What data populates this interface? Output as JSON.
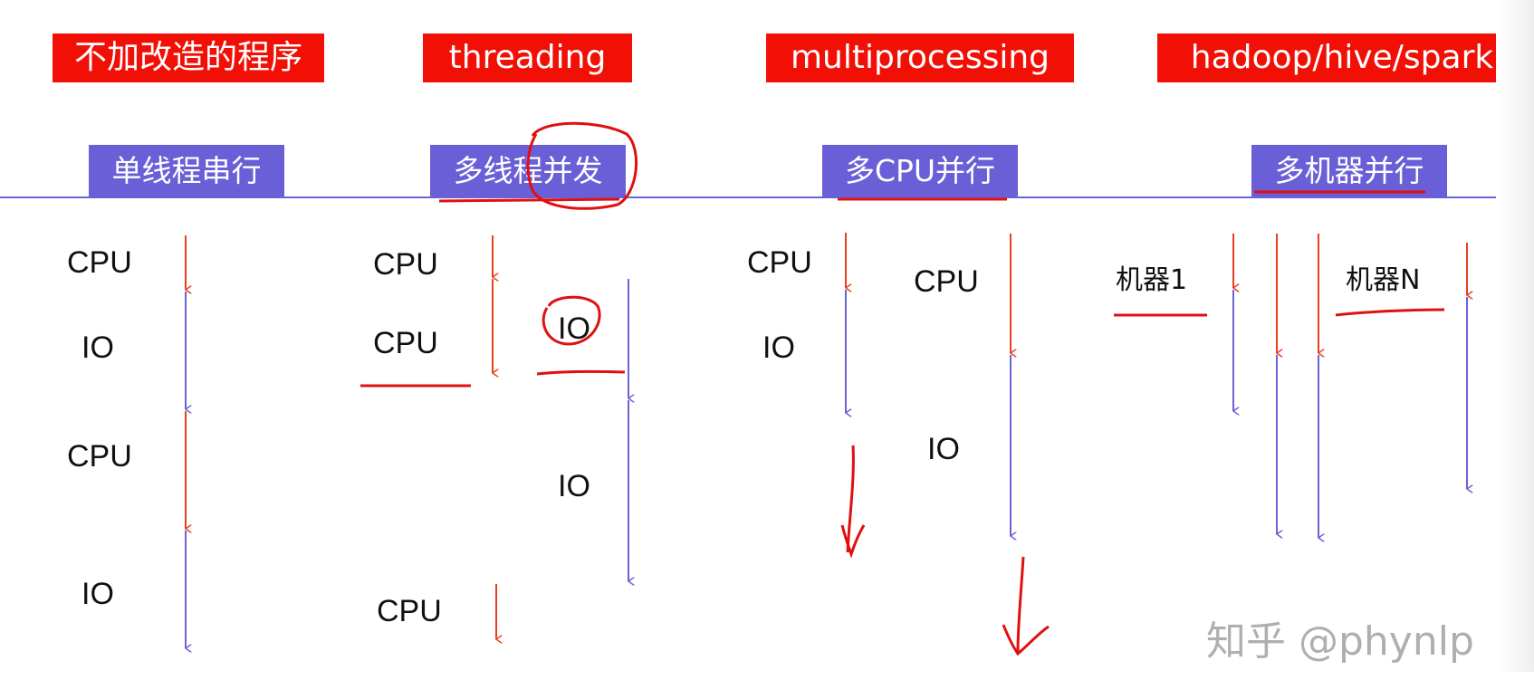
{
  "columns": [
    {
      "title": "不加改造的程序",
      "mode": "单线程串行"
    },
    {
      "title": "threading",
      "mode": "多线程并发"
    },
    {
      "title": "multiprocessing",
      "mode": "多CPU并行"
    },
    {
      "title": "hadoop/hive/spark",
      "mode": "多机器并行"
    }
  ],
  "labels": {
    "cpu": "CPU",
    "io": "IO",
    "machine_1": "机器1",
    "machine_n": "机器N"
  },
  "colors": {
    "title_bg": "#f20f06",
    "mode_bg": "#6a5fd6",
    "cpu_arrow": "#e8401f",
    "io_arrow": "#6b62d8",
    "annotation": "#e01010"
  },
  "watermark": "知乎 @phynlp"
}
